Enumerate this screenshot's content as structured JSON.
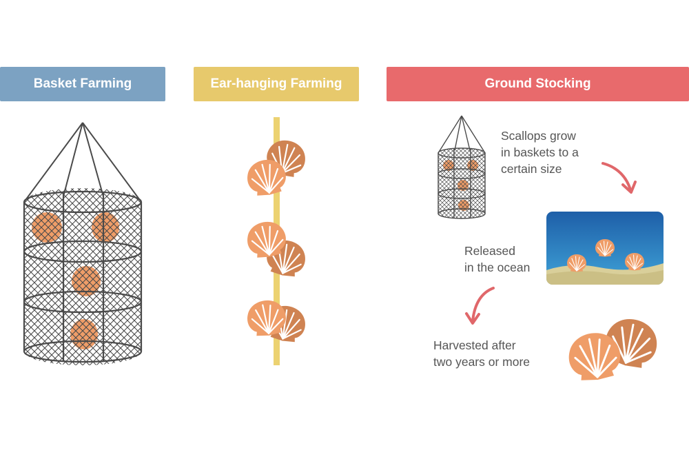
{
  "headers": {
    "basket": {
      "label": "Basket Farming",
      "color": "#7ca2c2"
    },
    "ear_hanging": {
      "label": "Ear-hanging Farming",
      "color": "#e7c96c"
    },
    "ground": {
      "label": "Ground Stocking",
      "color": "#e86a6c"
    }
  },
  "ground_stocking_steps": {
    "grow": [
      "Scallops grow",
      "in baskets to a",
      "certain size"
    ],
    "release": [
      "Released",
      "in the ocean"
    ],
    "harvest": [
      "Harvested after",
      "two years or more"
    ]
  },
  "colors": {
    "net": "#4a4a4a",
    "scallop_light": "#ef9d68",
    "scallop_dark": "#cf8352",
    "rope": "#ecd271",
    "arrow": "#e0676a",
    "ocean_top": "#1e5fa8",
    "ocean_bottom": "#3a9bd4",
    "sand": "#d9cf9a"
  },
  "icons": [
    "basket-net-icon",
    "rope-icon",
    "scallop-icon",
    "curved-arrow-icon",
    "ocean-scene-icon"
  ]
}
